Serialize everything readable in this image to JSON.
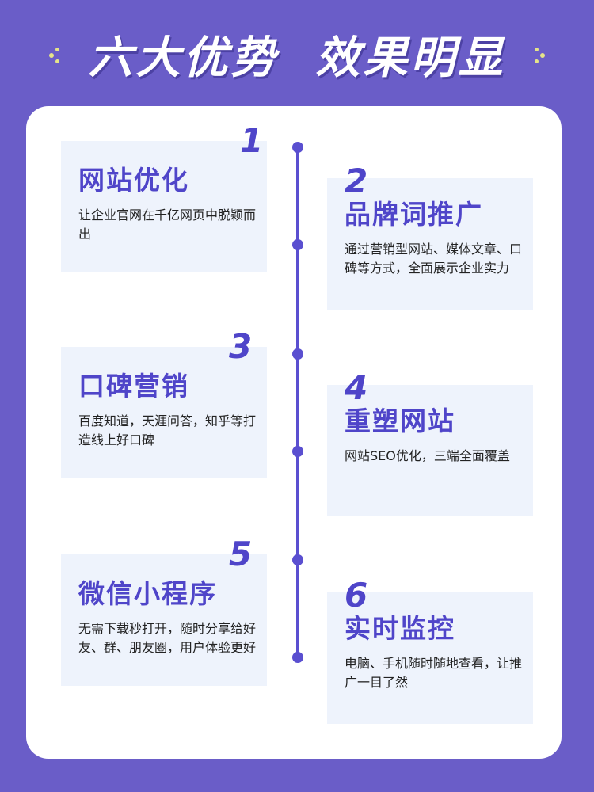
{
  "header": {
    "title": "六大优势  效果明显"
  },
  "items": [
    {
      "number": "1",
      "title": "网站优化",
      "desc": "让企业官网在千亿网页中脱颖而出"
    },
    {
      "number": "2",
      "title": "品牌词推广",
      "desc": "通过营销型网站、媒体文章、口碑等方式，全面展示企业实力"
    },
    {
      "number": "3",
      "title": "口碑营销",
      "desc": "百度知道，天涯问答，知乎等打造线上好口碑"
    },
    {
      "number": "4",
      "title": "重塑网站",
      "desc": "网站SEO优化，三端全面覆盖"
    },
    {
      "number": "5",
      "title": "微信小程序",
      "desc": "无需下载秒打开，随时分享给好友、群、朋友圈，用户体验更好"
    },
    {
      "number": "6",
      "title": "实时监控",
      "desc": "电脑、手机随时随地查看，让推广一目了然"
    }
  ],
  "colors": {
    "background": "#6a5dc8",
    "accent": "#4f45c9",
    "card": "#ffffff",
    "box": "#eef3fc"
  }
}
